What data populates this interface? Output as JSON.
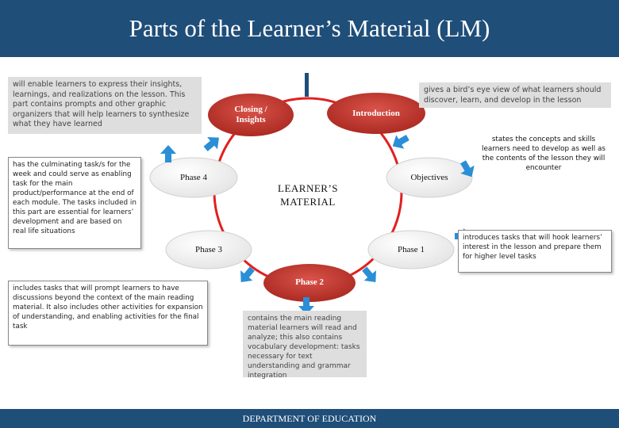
{
  "title": "Parts of the Learner’s Material (LM)",
  "footer": "DEPARTMENT OF EDUCATION",
  "center": [
    "LEARNER’S",
    "MATERIAL"
  ],
  "parts": {
    "closing": [
      "Closing /",
      "Insights"
    ],
    "introduction": "Introduction",
    "phase2": "Phase 2"
  },
  "phases": {
    "phase4": "Phase 4",
    "objectives": "Objectives",
    "phase3": "Phase 3",
    "phase1": "Phase 1"
  },
  "notes": {
    "closing": "will enable learners to express their insights, learnings, and realizations on the lesson. This part contains prompts and other graphic organizers that will help learners to synthesize what they have learned",
    "introduction": "gives a bird’s eye view of what learners should discover, learn, and develop in the lesson",
    "objectives": "states the concepts and skills learners need to develop as well as the contents of the lesson they will encounter",
    "phase4": "has the culminating task/s for the week and could serve as enabling task for the main product/performance at the end of each module. The tasks included in this part are essential for learners’ development and are based on real life situations",
    "phase1": "introduces tasks that will hook learners’ interest in the lesson and prepare them for higher level tasks",
    "phase3": "includes tasks that will prompt learners to have discussions beyond the context of the main reading material. It also includes other activities for expansion of understanding, and enabling activities for the final task",
    "phase2": "contains the main reading material learners will read and analyze; this also contains vocabulary development: tasks necessary for text understanding and grammar integration"
  },
  "colors": {
    "header": "#1f4e79",
    "ring": "#e02020",
    "node": "#c0392b",
    "arrow": "#2a8fd6"
  }
}
